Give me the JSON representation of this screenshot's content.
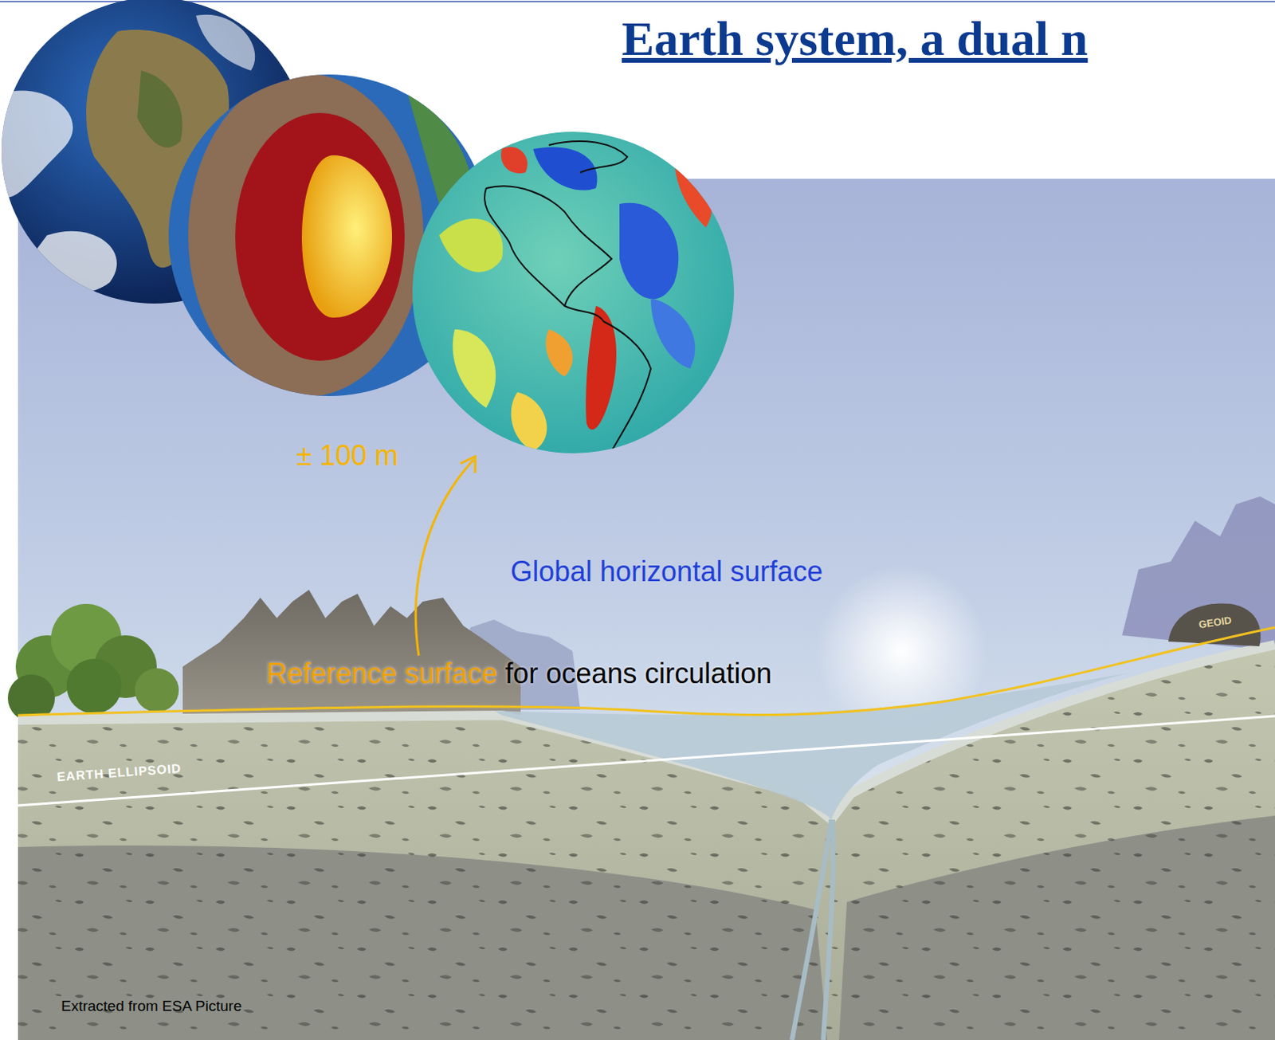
{
  "diagram": {
    "title": "Earth system, a dual n",
    "labels": [
      "± 100 m",
      "Global horizontal surface",
      "Reference surface",
      "for oceans circulation",
      "EARTH ELLIPSOID",
      "GEOID",
      "Extracted from ESA Picture"
    ]
  }
}
